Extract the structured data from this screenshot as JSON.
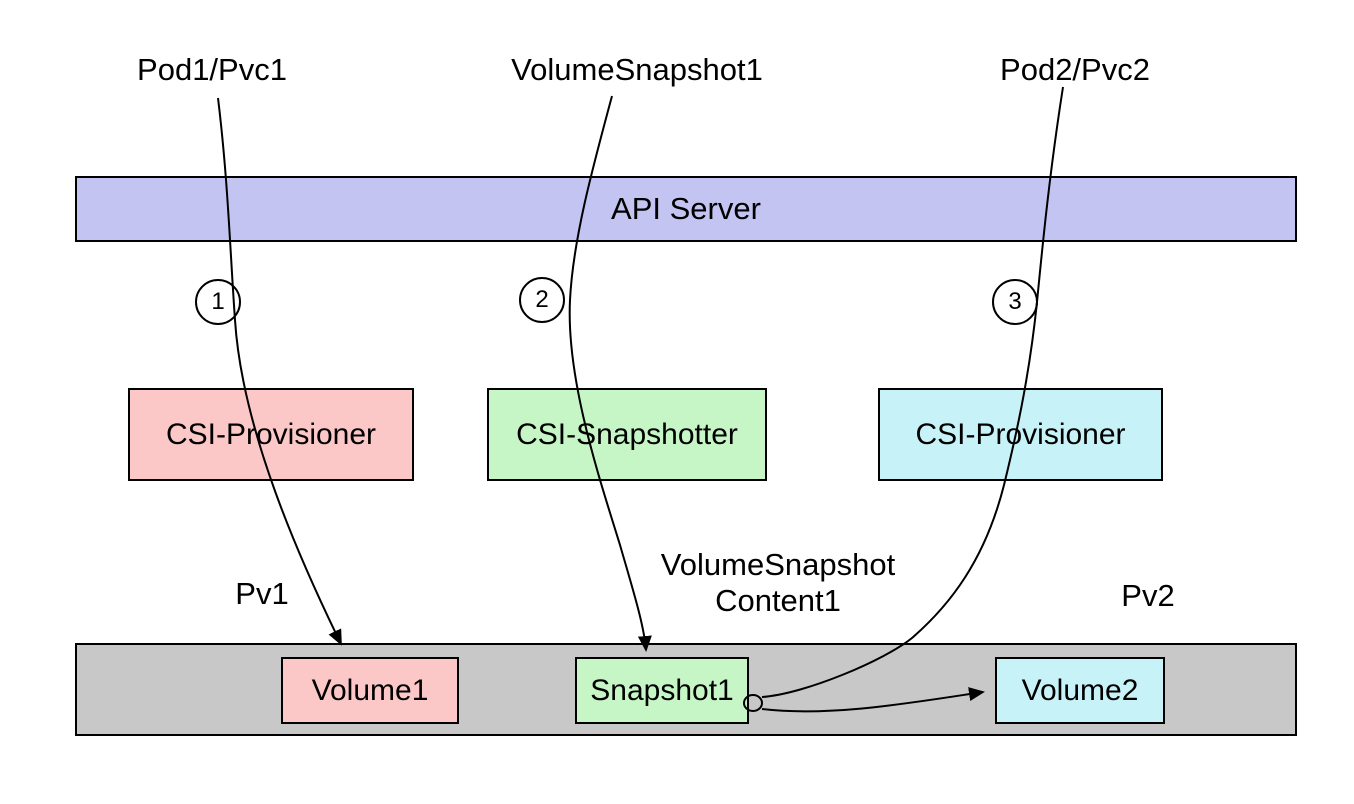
{
  "diagram": {
    "top_labels": [
      {
        "text": "Pod1/Pvc1"
      },
      {
        "text": "VolumeSnapshot1"
      },
      {
        "text": "Pod2/Pvc2"
      }
    ],
    "api_server": {
      "label": "API Server",
      "fill": "#c4c4f2"
    },
    "step_badges": [
      {
        "number": "1"
      },
      {
        "number": "2"
      },
      {
        "number": "3"
      }
    ],
    "controllers": [
      {
        "label": "CSI-Provisioner",
        "fill": "#fbc7c7"
      },
      {
        "label": "CSI-Snapshotter",
        "fill": "#c7f6c6"
      },
      {
        "label": "CSI-Provisioner",
        "fill": "#c7f2f8"
      }
    ],
    "resource_labels": [
      {
        "text": "Pv1"
      },
      {
        "lines": [
          "VolumeSnapshot",
          "Content1"
        ]
      },
      {
        "text": "Pv2"
      }
    ],
    "storage_pool": {
      "fill": "#c8c8c8",
      "items": [
        {
          "label": "Volume1",
          "fill": "#fbc7c7"
        },
        {
          "label": "Snapshot1",
          "fill": "#c7f6c6"
        },
        {
          "label": "Volume2",
          "fill": "#c7f2f8"
        }
      ]
    }
  }
}
